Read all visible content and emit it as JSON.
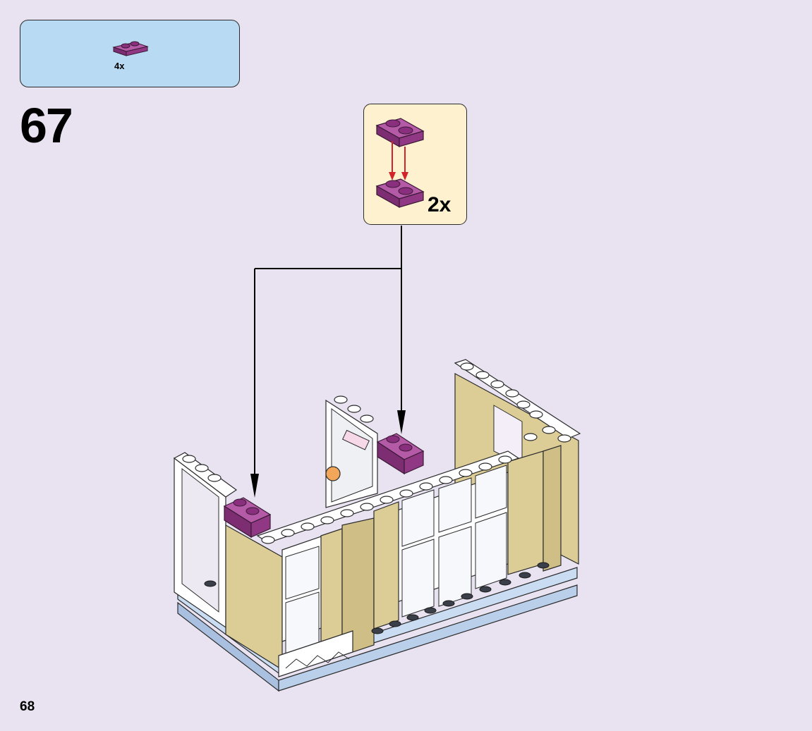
{
  "parts_list": {
    "items": [
      {
        "part": "plate-1x2",
        "color": "#9c3b8e",
        "quantity": "4x"
      }
    ]
  },
  "step": {
    "number": "67"
  },
  "subassembly": {
    "multiplier": "2x",
    "color": "#9c3b8e"
  },
  "page": {
    "number": "68"
  },
  "colors": {
    "background": "#e8e2f1",
    "parts_box": "#b9daf3",
    "subassembly_box": "#fdf1cf",
    "tan": "#dccd97",
    "white_brick": "#ffffff",
    "light_blue_base": "#c9dcf2",
    "magenta": "#9c3b8e",
    "arrow_red": "#d2232a"
  }
}
